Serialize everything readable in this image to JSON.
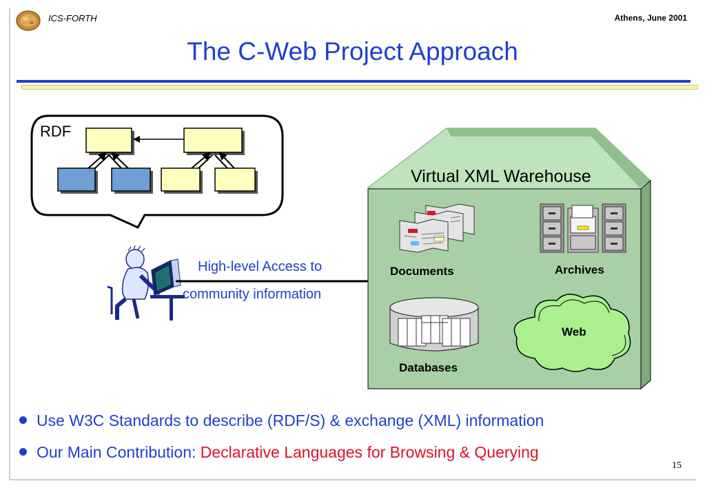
{
  "header": {
    "organization": "ICS-FORTH",
    "date": "Athens, June 2001",
    "logo_icon": "ics-forth-logo-icon"
  },
  "title": "The C-Web Project Approach",
  "diagram": {
    "rdf_label": "RDF",
    "access_line_1": "High-level Access to",
    "access_line_2": "community information",
    "warehouse_title": "Virtual XML Warehouse",
    "stores": {
      "documents": "Documents",
      "archives": "Archives",
      "web": "Web",
      "databases": "Databases"
    },
    "colors": {
      "warehouse_fill": "#a9cfa6",
      "warehouse_roof": "#bfe3bc",
      "web_cloud": "#aaf08f",
      "rdf_box_yellow": "#ffffc0",
      "rdf_box_blue": "#6f9fd6"
    }
  },
  "bullets": [
    {
      "text": "Use W3C Standards to describe (RDF/S) & exchange (XML) information",
      "highlight": ""
    },
    {
      "text": "Our Main Contribution: ",
      "highlight": "Declarative Languages for Browsing & Querying"
    }
  ],
  "colors": {
    "accent": "#1f3fd0",
    "highlight": "#e0102a"
  },
  "page_number": "15"
}
